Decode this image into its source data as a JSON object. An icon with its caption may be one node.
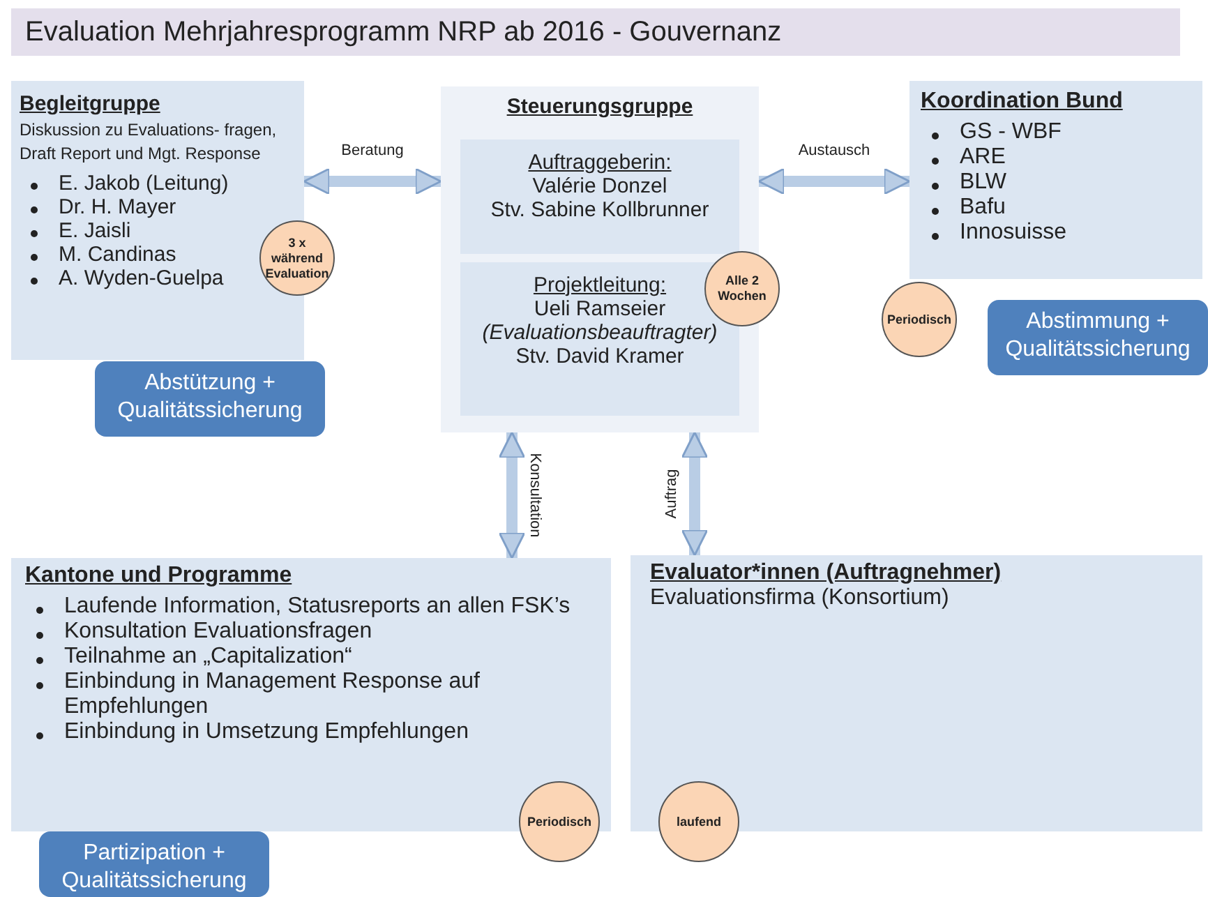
{
  "diagram": {
    "title": "Evaluation Mehrjahresprogramm NRP ab 2016 - Gouvernanz",
    "nodes": [
      {
        "text": [
          "Begleitgruppe",
          "Diskussion zu Evaluations- fragen, Draft Report und Mgt. Response",
          "E. Jakob (Leitung)",
          "Dr. H. Mayer",
          "E. Jaisli",
          "M. Candinas",
          "A. Wyden-Guelpa"
        ]
      },
      {
        "text": [
          "3 x während Evaluation"
        ]
      },
      {
        "text": [
          "Abstützung + Qualitätssicherung"
        ]
      },
      {
        "text": [
          "Steuerungsgruppe"
        ]
      },
      {
        "text": [
          "Auftraggeberin:",
          "Valérie Donzel",
          "Stv. Sabine Kollbrunner"
        ],
        "in": 3
      },
      {
        "text": [
          "Projektleitung:",
          "Ueli Ramseier",
          "(Evaluationsbeauftragter)",
          "Stv. David Kramer"
        ],
        "in": 3
      },
      {
        "text": [
          "Alle 2 Wochen"
        ]
      },
      {
        "text": [
          "Koordination Bund",
          "GS - WBF",
          "ARE",
          "BLW",
          "Bafu",
          "Innosuisse"
        ]
      },
      {
        "text": [
          "Periodisch"
        ]
      },
      {
        "text": [
          "Abstimmung + Qualitätssicherung"
        ]
      },
      {
        "text": [
          "Kantone und Programme",
          "Laufende Information, Statusreports an allen FSK’s",
          "Konsultation Evaluationsfragen",
          "Teilnahme an „Capitalization“",
          "Einbindung in Management Response auf Empfehlungen",
          "Einbindung in Umsetzung Empfehlungen"
        ]
      },
      {
        "text": [
          "Partizipation + Qualitätssicherung"
        ]
      },
      {
        "text": [
          "Periodisch"
        ]
      },
      {
        "text": [
          "Evaluator*innen (Auftragnehmer)",
          "Evaluationsfirma (Konsortium)"
        ]
      },
      {
        "text": [
          "laufend"
        ]
      }
    ],
    "edges": [
      {
        "from": 0,
        "to": 3,
        "arrow": "both",
        "label": "Beratung"
      },
      {
        "from": 3,
        "to": 7,
        "arrow": "both",
        "label": "Austausch"
      },
      {
        "from": 3,
        "to": 10,
        "arrow": "both",
        "label": "Konsultation"
      },
      {
        "from": 3,
        "to": 13,
        "arrow": "both",
        "label": "Auftrag"
      }
    ]
  }
}
